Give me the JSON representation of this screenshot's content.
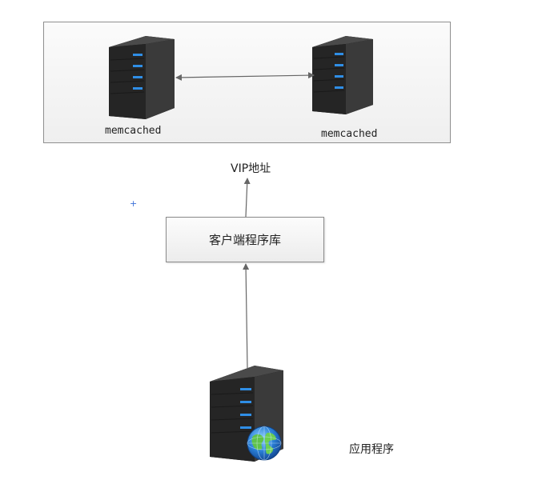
{
  "cluster": {
    "server_left_label": "memcached",
    "server_right_label": "memcached"
  },
  "vip_label": "VIP地址",
  "client_library_label": "客户端程序库",
  "application_label": "应用程序",
  "cursor_mark": "+",
  "icons": {
    "server": "server-tower-icon",
    "globe": "globe-icon"
  },
  "colors": {
    "server_body": "#2f2f2f",
    "server_led": "#2f8ee6",
    "arrow": "#666666"
  }
}
